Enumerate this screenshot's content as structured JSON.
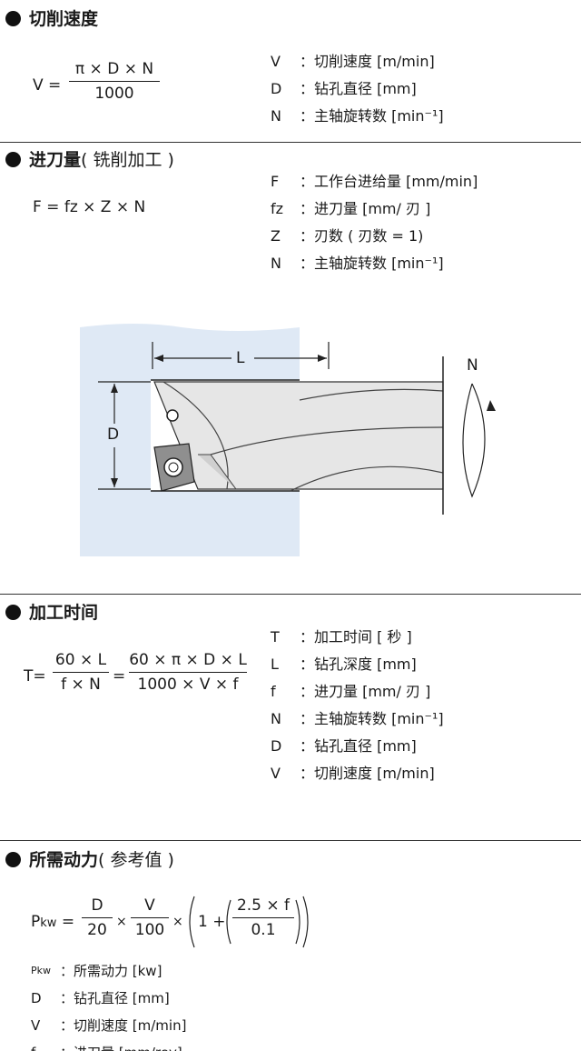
{
  "s1": {
    "title": "切削速度",
    "lhs": "V =",
    "num": "π × D × N",
    "den": "1000",
    "vars": [
      {
        "sym": "V",
        "desc": "：切削速度 [m/min]"
      },
      {
        "sym": "D",
        "desc": "：钻孔直径 [mm]"
      },
      {
        "sym": "N",
        "desc": "：主轴旋转数 [min⁻¹]"
      }
    ]
  },
  "s2": {
    "title": "进刀量",
    "note": "( 铣削加工 )",
    "formula": "F = fz × Z × N",
    "vars": [
      {
        "sym": "F",
        "desc": "：工作台进给量 [mm/min]"
      },
      {
        "sym": "fz",
        "desc": "：进刀量 [mm/ 刃 ]"
      },
      {
        "sym": "Z",
        "desc": "：刃数 ( 刃数 = 1)"
      },
      {
        "sym": "N",
        "desc": "：主轴旋转数 [min⁻¹]"
      }
    ]
  },
  "diagram": {
    "label_l": "L",
    "label_d": "D",
    "label_n": "N"
  },
  "s3": {
    "title": "加工时间",
    "lhs": "T=",
    "f1_num": "60 × L",
    "f1_den": "f × N",
    "eq": "=",
    "f2_num": "60 × π × D × L",
    "f2_den": "1000 × V × f",
    "vars": [
      {
        "sym": "T",
        "desc": "：加工时间 [ 秒 ]"
      },
      {
        "sym": "L",
        "desc": "：钻孔深度 [mm]"
      },
      {
        "sym": "f",
        "desc": "：进刀量 [mm/ 刃 ]"
      },
      {
        "sym": "N",
        "desc": "：主轴旋转数 [min⁻¹]"
      },
      {
        "sym": "D",
        "desc": "：钻孔直径 [mm]"
      },
      {
        "sym": "V",
        "desc": "：切削速度 [m/min]"
      }
    ]
  },
  "s4": {
    "title": "所需动力",
    "note": "( 参考值 )",
    "lhs_p": "P",
    "lhs_sub": "kw",
    "eq": "=",
    "f1_num": "D",
    "f1_den": "20",
    "times1": "×",
    "f2_num": "V",
    "f2_den": "100",
    "times2": "×",
    "one_plus": "1 +",
    "f3_num": "2.5 × f",
    "f3_den": "0.1",
    "vars": [
      {
        "sym": "Pkw",
        "desc": "：所需动力 [kw]"
      },
      {
        "sym": "D",
        "desc": "：钻孔直径 [mm]"
      },
      {
        "sym": "V",
        "desc": "：切削速度 [m/min]"
      },
      {
        "sym": "f",
        "desc": "：进刀量 [mm/rev]"
      }
    ]
  }
}
